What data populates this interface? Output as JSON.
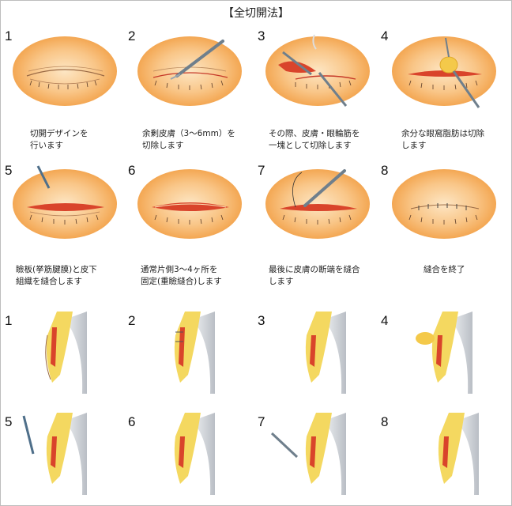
{
  "title": "【全切開法】",
  "steps": [
    {
      "number": "1",
      "caption": "切開デザインを\n行います"
    },
    {
      "number": "2",
      "caption": "余剰皮膚（3〜6mm）を\n切除します"
    },
    {
      "number": "3",
      "caption": "その際、皮膚・眼輪筋を\n一塊として切除します"
    },
    {
      "number": "4",
      "caption": "余分な眼窩脂肪は切除\nします"
    },
    {
      "number": "5",
      "caption": "瞼板(挙筋腱膜)と皮下\n組織を縫合します"
    },
    {
      "number": "6",
      "caption": "通常片側3〜4ヶ所を\n固定(重瞼縫合)します"
    },
    {
      "number": "7",
      "caption": "最後に皮膚の断端を縫合\nします"
    },
    {
      "number": "8",
      "caption": "縫合を終了"
    }
  ],
  "sections": [
    "1",
    "2",
    "3",
    "4",
    "5",
    "6",
    "7",
    "8"
  ],
  "colors": {
    "skin": "#f7b35f",
    "skin_light": "#fde0b5",
    "fat": "#f4d860",
    "muscle": "#d9442b",
    "incision": "#c63a2a",
    "eyeball": "#cfd3d8"
  }
}
